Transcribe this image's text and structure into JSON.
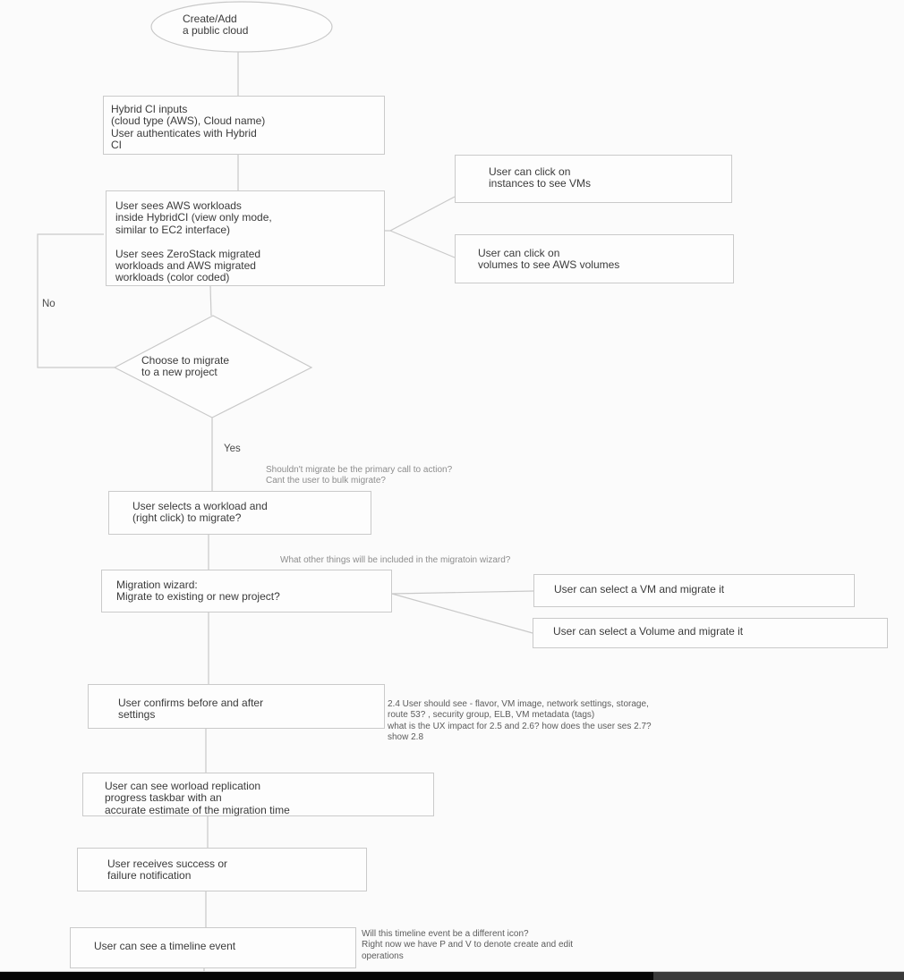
{
  "diagram": {
    "kind": "migration-flowchart",
    "colors": {
      "background": "#fbfbfb",
      "shape_border": "#cacaca",
      "shape_fill": "#fdfdfd",
      "node_text": "#3b3b3b",
      "comment_text": "#8d8d8d",
      "comment_text_dark": "#5c5c5c",
      "taskbar_left": "#060606",
      "taskbar_right": "#3a3a3a"
    }
  },
  "nodes": {
    "start": {
      "text": "Create/Add\na public cloud"
    },
    "inputs": {
      "text": "Hybrid CI inputs\n(cloud type (AWS), Cloud name)\nUser authenticates with Hybrid\nCI"
    },
    "workloads": {
      "text": "User sees AWS workloads\ninside HybridCI (view only mode,\nsimilar to EC2 interface)\n\nUser sees ZeroStack migrated\nworkloads and AWS migrated\nworkloads (color coded)"
    },
    "click_instances": {
      "text": "User can click on\ninstances to see VMs"
    },
    "click_volumes": {
      "text": "User can click on\nvolumes to see AWS volumes"
    },
    "decision": {
      "text": "Choose to migrate\nto a new project"
    },
    "select_workload": {
      "text": "User selects a workload and\n(right click) to migrate?"
    },
    "wizard": {
      "text": "Migration wizard:\nMigrate to existing or new project?"
    },
    "select_vm": {
      "text": "User can select a VM and migrate it"
    },
    "select_volume": {
      "text": "User can select a Volume and migrate it"
    },
    "confirm": {
      "text": "User confirms before and after\nsettings"
    },
    "replication": {
      "text": "User can see worload replication\nprogress taskbar with an\naccurate estimate of the migration time"
    },
    "notification": {
      "text": "User receives success or\nfailure notification"
    },
    "timeline": {
      "text": "User can see a timeline event"
    }
  },
  "edge_labels": {
    "no": "No",
    "yes": "Yes"
  },
  "comments": {
    "bulk_migrate": "Shouldn't migrate be the primary call to action?\nCant the user to bulk migrate?",
    "wizard_things": "What other things will be included in the migratoin wizard?",
    "confirm_details": "2.4 User should see - flavor, VM image, network settings, storage,\nroute 53? , security group, ELB, VM metadata (tags)\nwhat is the UX impact for 2.5 and 2.6?  how does the user ses 2.7?\nshow 2.8",
    "timeline_icon": "Will this timeline event be a different icon?\nRight now we have P and V to denote create and edit\noperations"
  }
}
